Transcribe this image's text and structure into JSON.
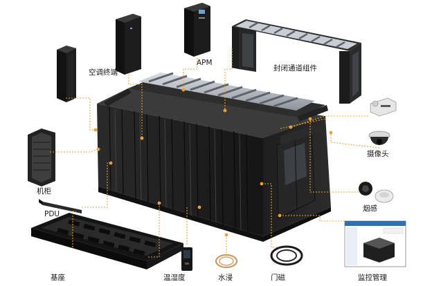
{
  "labels": {
    "crac": "空调终端",
    "apm": "APM",
    "containment": "封闭通道组件",
    "camera": "摄像头",
    "cabinet": "机柜",
    "smoke": "烟感",
    "pdu": "PDU",
    "base": "基座",
    "temp_humidity": "温湿度",
    "water_leak": "水浸",
    "door_contact": "门磁",
    "monitoring": "监控管理"
  },
  "colors": {
    "leader": "#e8a13a",
    "dot": "#e8a13a",
    "equipment": "#1c1c1c",
    "equipment_light": "#3a3a3a",
    "highlight": "#bfc5cb"
  }
}
